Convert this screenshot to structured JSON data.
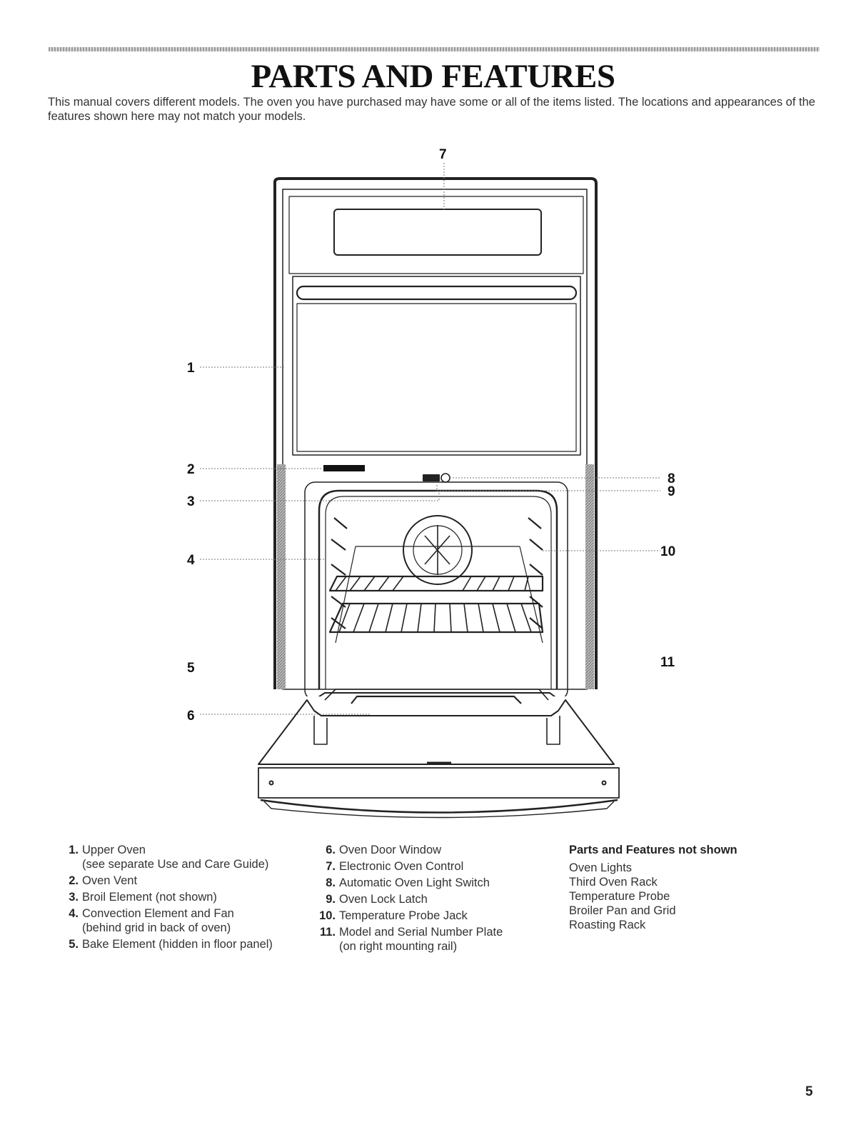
{
  "title": "PARTS AND FEATURES",
  "intro": "This manual covers different models. The oven you have purchased may have some or all of the items listed. The locations and appearances of the features shown here may not match your models.",
  "callouts": [
    "1",
    "2",
    "3",
    "4",
    "5",
    "6",
    "7",
    "8",
    "9",
    "10",
    "11"
  ],
  "parts_column_1": [
    {
      "num": "1.",
      "label": "Upper Oven",
      "sub": "(see separate Use and Care Guide)"
    },
    {
      "num": "2.",
      "label": "Oven Vent",
      "sub": ""
    },
    {
      "num": "3.",
      "label": "Broil Element (not shown)",
      "sub": ""
    },
    {
      "num": "4.",
      "label": "Convection Element and Fan",
      "sub": "(behind grid in back of oven)"
    },
    {
      "num": "5.",
      "label": "Bake Element (hidden in floor panel)",
      "sub": ""
    }
  ],
  "parts_column_2": [
    {
      "num": "6.",
      "label": "Oven Door Window",
      "sub": ""
    },
    {
      "num": "7.",
      "label": "Electronic Oven Control",
      "sub": ""
    },
    {
      "num": "8.",
      "label": "Automatic Oven Light Switch",
      "sub": ""
    },
    {
      "num": "9.",
      "label": "Oven Lock Latch",
      "sub": ""
    },
    {
      "num": "10.",
      "label": "Temperature Probe Jack",
      "sub": ""
    },
    {
      "num": "11.",
      "label": "Model and Serial Number Plate",
      "sub": "(on right mounting rail)"
    }
  ],
  "not_shown": {
    "heading": "Parts and Features not shown",
    "items": [
      "Oven Lights",
      "Third Oven Rack",
      "Temperature Probe",
      "Broiler Pan and Grid",
      "Roasting Rack"
    ]
  },
  "page_number": "5"
}
